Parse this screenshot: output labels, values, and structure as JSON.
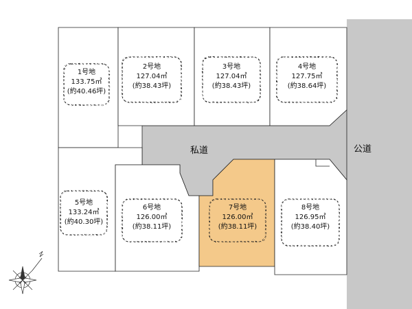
{
  "colors": {
    "road": "#c8c8c8",
    "highlight": "#f4c98a",
    "lot_fill": "#ffffff",
    "line": "#222222"
  },
  "roads": {
    "private_label": "私道",
    "public_label": "公道"
  },
  "lots": [
    {
      "name": "1号地",
      "area": "133.75㎡",
      "tsubo": "(約40.46坪)",
      "highlighted": false
    },
    {
      "name": "2号地",
      "area": "127.04㎡",
      "tsubo": "(約38.43坪)",
      "highlighted": false
    },
    {
      "name": "3号地",
      "area": "127.04㎡",
      "tsubo": "(約38.43坪)",
      "highlighted": false
    },
    {
      "name": "4号地",
      "area": "127.75㎡",
      "tsubo": "(約38.64坪)",
      "highlighted": false
    },
    {
      "name": "5号地",
      "area": "133.24㎡",
      "tsubo": "(約40.30坪)",
      "highlighted": false
    },
    {
      "name": "6号地",
      "area": "126.00㎡",
      "tsubo": "(約38.11坪)",
      "highlighted": false
    },
    {
      "name": "7号地",
      "area": "126.00㎡",
      "tsubo": "(約38.11坪)",
      "highlighted": true
    },
    {
      "name": "8号地",
      "area": "126.95㎡",
      "tsubo": "(約38.40坪)",
      "highlighted": false
    }
  ],
  "compass": {
    "icon": "compass-rose-icon"
  }
}
